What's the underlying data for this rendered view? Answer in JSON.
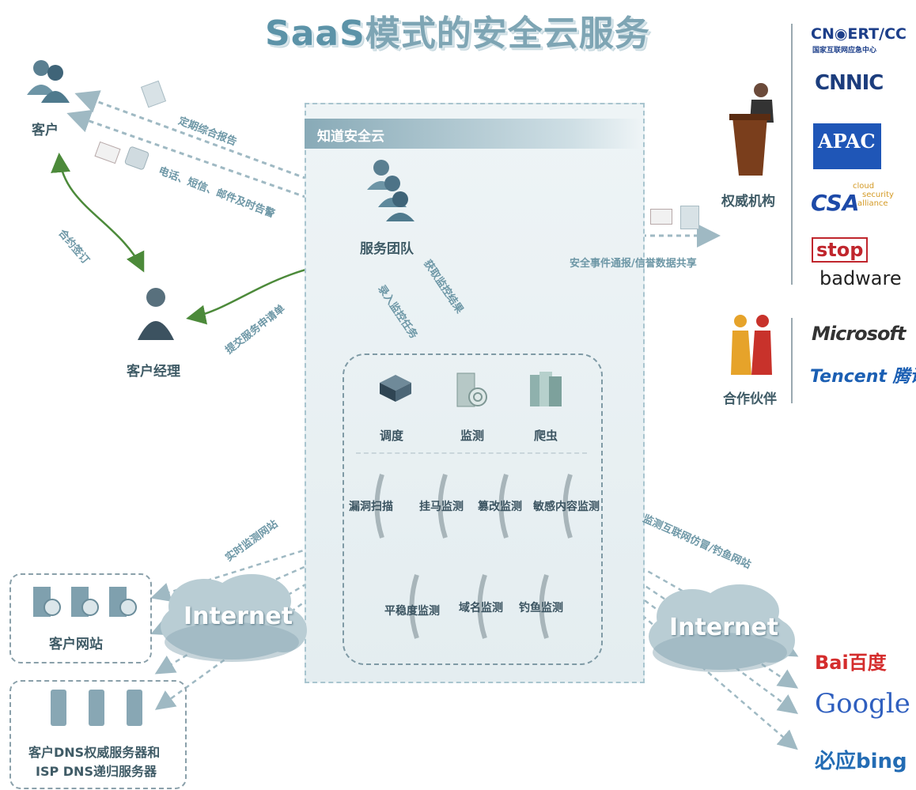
{
  "title": {
    "saas": "SaaS",
    "rest": "模式的安全云服务"
  },
  "cloud_title": "知道安全云",
  "nodes": {
    "customer": "客户",
    "account_manager": "客户经理",
    "service_team": "服务团队",
    "authority": "权威机构",
    "partner": "合作伙伴",
    "customer_sites": "客户网站",
    "dns_line1": "客户DNS权威服务器和",
    "dns_line2": "ISP DNS递归服务器"
  },
  "edge_labels": {
    "report": "定期综合报告",
    "alert": "电话、短信、邮件及时告警",
    "contract": "合约签订",
    "request": "提交服务申请单",
    "fetch": "获取监控结果",
    "enter": "录入监控任务",
    "share": "安全事件通报/信誉数据共享",
    "realtime": "实时监测网站",
    "phishing": "监测互联网仿冒/钓鱼网站"
  },
  "modules_top": [
    "调度",
    "监测",
    "爬虫"
  ],
  "modules_mid": [
    "漏洞扫描",
    "挂马监测",
    "篡改监测",
    "敏感内容监测"
  ],
  "modules_bottom": [
    "平稳度监测",
    "域名监测",
    "钓鱼监测"
  ],
  "internet": "Internet",
  "authority_logos": {
    "cncert": "CN◉ERT/CC",
    "cncert_sub": "国家互联网应急中心",
    "cnnic": "CNNIC",
    "apac": "APAC",
    "csa": "CSA",
    "csa_sub1": "cloud",
    "csa_sub2": "security",
    "csa_sub3": "alliance",
    "stop": "stop",
    "badware": "badware"
  },
  "partner_logos": {
    "microsoft": "Microsoft",
    "tencent": "Tencent 腾讯"
  },
  "search_logos": {
    "baidu": "Bai百度",
    "google": "Google",
    "bing": "必应bing"
  },
  "colors": {
    "accent": "#5c93a8",
    "arrow_gray": "#9fb9c3",
    "arrow_green": "#4c8a3a"
  }
}
